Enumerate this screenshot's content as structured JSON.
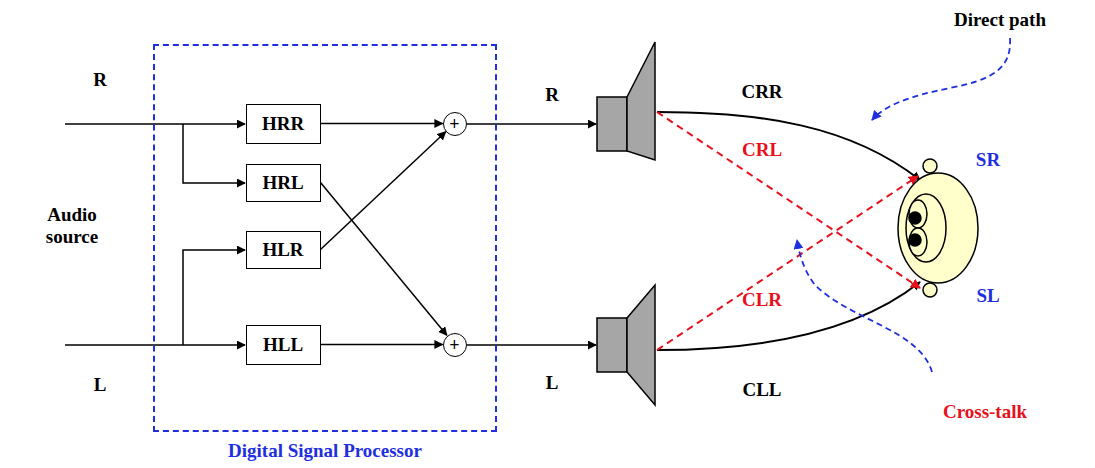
{
  "diagram": {
    "nodes": [
      {
        "text": [
          "Digital Signal Processor"
        ]
      },
      {
        "text": [
          "HRR"
        ],
        "in": 0
      },
      {
        "text": [
          "HRL"
        ],
        "in": 0
      },
      {
        "text": [
          "HLR"
        ],
        "in": 0
      },
      {
        "text": [
          "HLL"
        ],
        "in": 0
      },
      {
        "text": [
          "+"
        ],
        "in": 0
      },
      {
        "text": [
          "+"
        ],
        "in": 0
      }
    ],
    "edges": [
      {
        "from": 1,
        "to": 5,
        "arrow": "to"
      },
      {
        "from": 2,
        "to": 6,
        "arrow": "to"
      },
      {
        "from": 3,
        "to": 5,
        "arrow": "to"
      },
      {
        "from": 4,
        "to": 6,
        "arrow": "to"
      }
    ],
    "labels": [
      "R",
      "L",
      "Audio source",
      "R",
      "L",
      "CRR",
      "CRL",
      "CLR",
      "CLL",
      "Direct path",
      "Cross-talk",
      "SR",
      "SL"
    ]
  }
}
